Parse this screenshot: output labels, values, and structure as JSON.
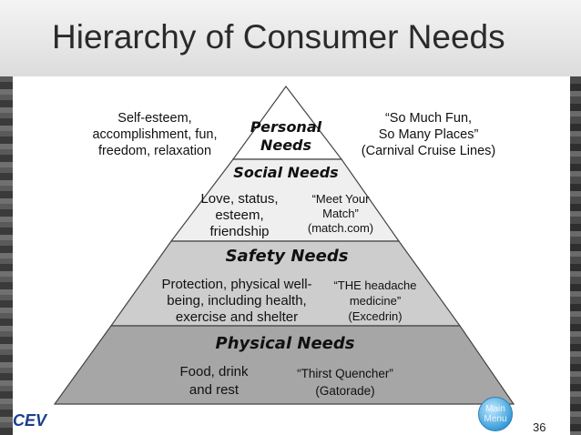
{
  "slide": {
    "title": "Hierarchy of Consumer Needs",
    "page_number": "36",
    "logo_text": "CEV"
  },
  "menu_button": {
    "line1": "Main",
    "line2": "Menu"
  },
  "pyramid": {
    "levels": [
      {
        "name_line1": "Personal",
        "name_line2": "Needs",
        "fill": "#ffffff"
      },
      {
        "name": "Social Needs",
        "fill": "#efefef"
      },
      {
        "name": "Safety Needs",
        "fill": "#cdcdcd"
      },
      {
        "name": "Physical Needs",
        "fill": "#a6a6a6"
      }
    ]
  },
  "descriptions": {
    "personal_left": [
      "Self-esteem,",
      "accomplishment, fun,",
      "freedom, relaxation"
    ],
    "personal_right": [
      "“So Much Fun,",
      "So Many Places”",
      "(Carnival Cruise Lines)"
    ],
    "social_left": [
      "Love, status,",
      "esteem,",
      "friendship"
    ],
    "social_right": [
      "“Meet Your",
      "Match”",
      "(match.com)"
    ],
    "safety_left": [
      "Protection, physical well-",
      "being, including health,",
      "exercise and shelter"
    ],
    "safety_right": [
      "“THE headache",
      "medicine”",
      "(Excedrin)"
    ],
    "physical_left": [
      "Food, drink",
      "and rest"
    ],
    "physical_right": [
      "“Thirst Quencher”",
      "(Gatorade)"
    ]
  }
}
